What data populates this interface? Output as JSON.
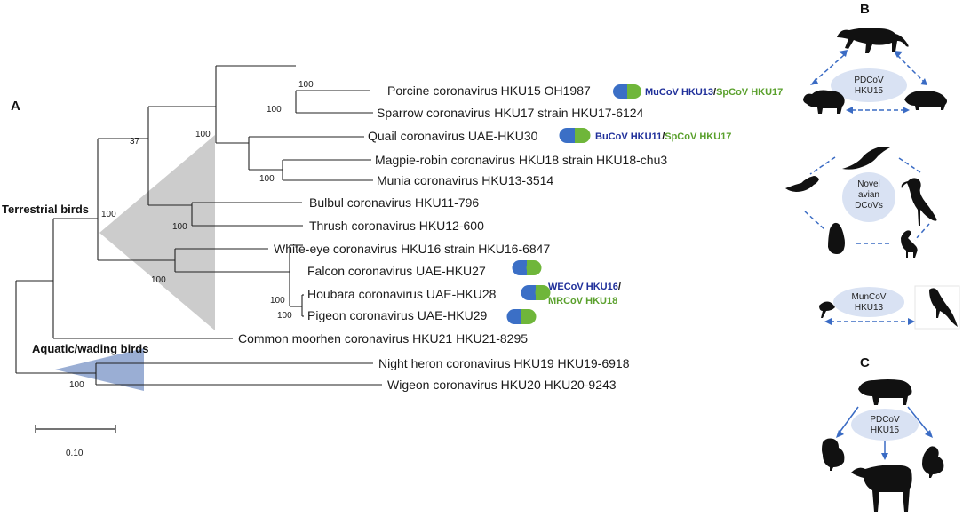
{
  "panels": {
    "a": "A",
    "b": "B",
    "c": "C"
  },
  "clades": {
    "terrestrial": "Terrestrial birds",
    "aquatic": "Aquatic/wading birds",
    "terrestrial_color": "#cccccc",
    "aquatic_color": "#9aaed4"
  },
  "tips": [
    "Porcine coronavirus HKU15 OH1987",
    "Sparrow coronavirus HKU17 strain HKU17-6124",
    "Quail coronavirus UAE-HKU30",
    "Magpie-robin coronavirus HKU18 strain HKU18-chu3",
    "Munia coronavirus HKU13-3514",
    "Bulbul coronavirus HKU11-796",
    "Thrush coronavirus HKU12-600",
    "White-eye coronavirus HKU16 strain HKU16-6847",
    "Falcon coronavirus UAE-HKU27",
    "Houbara coronavirus UAE-HKU28",
    "Pigeon coronavirus UAE-HKU29",
    "Common moorhen coronavirus HKU21 HKU21-8295",
    "Night heron coronavirus HKU19 HKU19-6918",
    "Wigeon coronavirus HKU20 HKU20-9243"
  ],
  "bootstrap": [
    "100",
    "100",
    "37",
    "100",
    "100",
    "100",
    "100",
    "100",
    "100",
    "100"
  ],
  "recombinants": {
    "r1_blue": "MuCoV HKU13",
    "r1_green": "SpCoV HKU17",
    "r2_blue": "BuCoV HKU11",
    "r2_green": "SpCoV HKU17",
    "r3_blue": "WECoV HKU16",
    "r3_green": "MRCoV HKU18",
    "slash": "/",
    "blue_color": "#1f2f9a",
    "green_color": "#5aa02c"
  },
  "scale": {
    "label": "0.10"
  },
  "panel_b": {
    "top_label_1": "PDCoV",
    "top_label_2": "HKU15",
    "mid_label_1": "Novel",
    "mid_label_2": "avian",
    "mid_label_3": "DCoVs",
    "bot_label_1": "MunCoV",
    "bot_label_2": "HKU13"
  },
  "panel_c": {
    "label_1": "PDCoV",
    "label_2": "HKU15"
  },
  "icons": [
    "leopard-cat-icon",
    "pig-icon",
    "badger-icon",
    "bird-icon",
    "egret-icon",
    "penguin-icon",
    "ibis-icon",
    "parrot-icon",
    "calf-icon",
    "chick-icon"
  ]
}
